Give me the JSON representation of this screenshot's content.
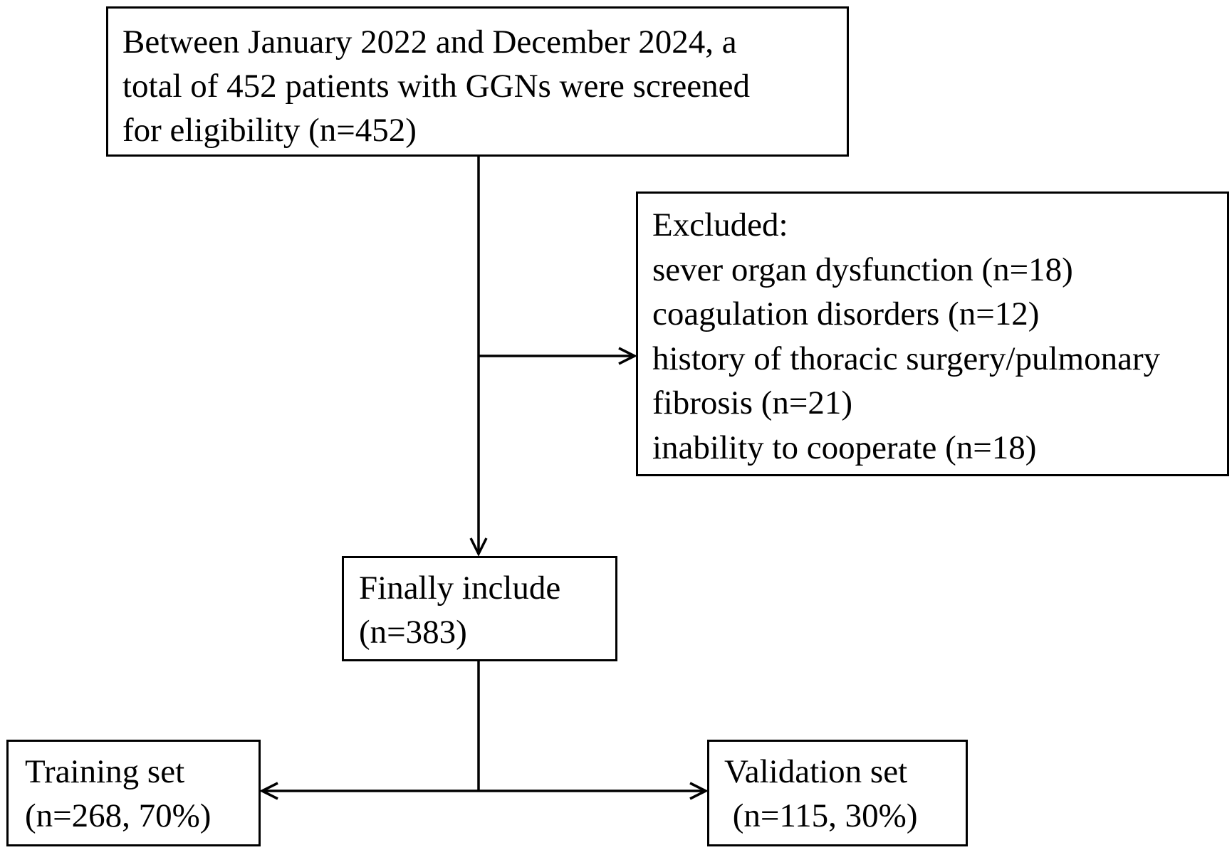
{
  "flowchart": {
    "screened": {
      "lines": [
        "Between January 2022 and December 2024, a",
        "total of 452 patients with GGNs were screened",
        "for eligibility (n=452)"
      ]
    },
    "excluded": {
      "lines": [
        "Excluded:",
        "sever organ dysfunction (n=18)",
        "coagulation disorders (n=12)",
        "history of thoracic surgery/pulmonary",
        "fibrosis (n=21)",
        "inability to cooperate (n=18)"
      ]
    },
    "included": {
      "lines": [
        "Finally include",
        "(n=383)"
      ]
    },
    "training": {
      "lines": [
        "Training set",
        "(n=268, 70%)"
      ]
    },
    "validation": {
      "lines": [
        "Validation set",
        " (n=115, 30%)"
      ]
    }
  }
}
